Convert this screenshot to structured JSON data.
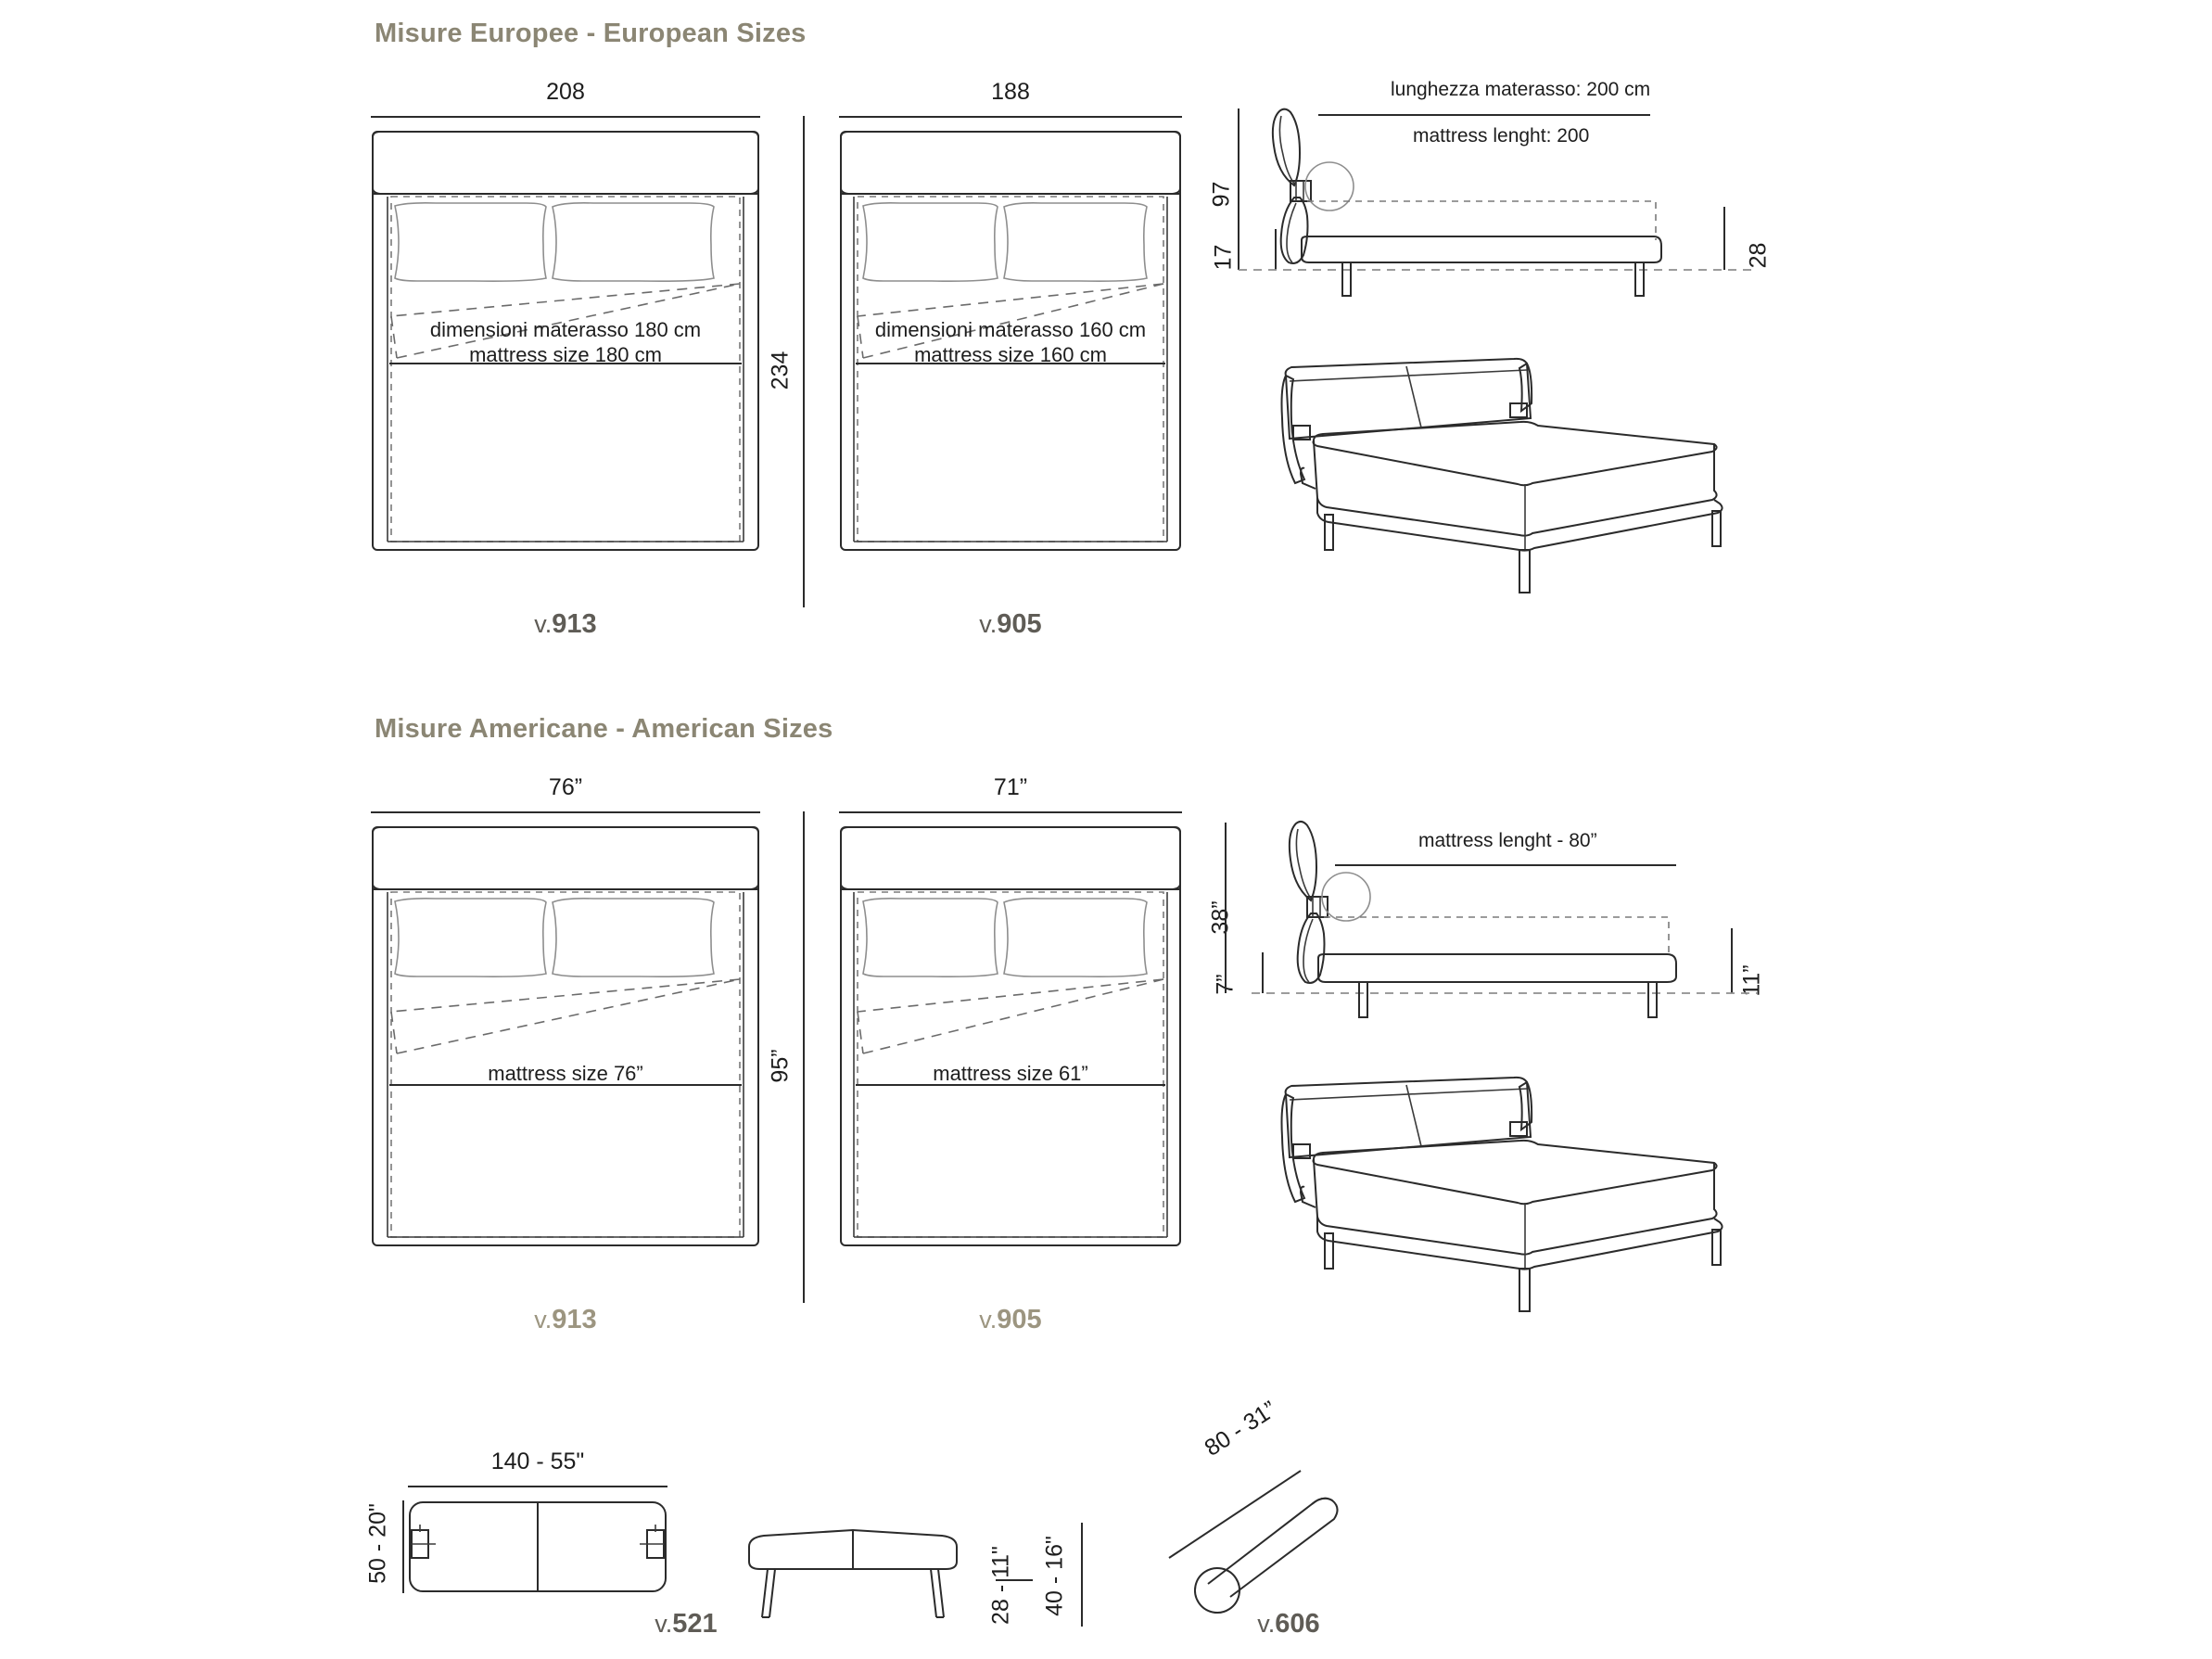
{
  "document": {
    "type": "furniture-dimension-sheet",
    "subject": "upholstered bed with reclining headboard, bench and bolster"
  },
  "sections": [
    {
      "id": "european",
      "title": "Misure Europee - European Sizes",
      "plans": [
        {
          "code_prefix": "v.",
          "code_number": "913",
          "width_label": "208",
          "depth_label": "234",
          "mattress_it": "dimensioni materasso 180 cm",
          "mattress_en": "mattress size  180 cm"
        },
        {
          "code_prefix": "v.",
          "code_number": "905",
          "width_label": "188",
          "mattress_it": "dimensioni materasso 160 cm",
          "mattress_en": "mattress size 160 cm"
        }
      ],
      "elevation": {
        "height_label": "97",
        "floor_to_frame_label": "17",
        "frame_height_label": "28",
        "length_it": "lunghezza materasso: 200 cm",
        "length_en": "mattress lenght: 200"
      }
    },
    {
      "id": "american",
      "title": "Misure Americane - American Sizes",
      "plans": [
        {
          "code_prefix": "v.",
          "code_number": "913",
          "width_label": "76”",
          "depth_label": "95”",
          "mattress_en": "mattress size  76”"
        },
        {
          "code_prefix": "v.",
          "code_number": "905",
          "width_label": "71”",
          "mattress_en": "mattress size  61”"
        }
      ],
      "elevation": {
        "height_label": "38”",
        "floor_to_frame_label": "7”",
        "frame_height_label": "11”",
        "length_en": "mattress lenght - 80”"
      }
    }
  ],
  "accessories": [
    {
      "id": "bench",
      "code_prefix": "v.",
      "code_number": "521",
      "width_label": "140 - 55\"",
      "depth_label": "50 - 20\"",
      "seat_height_label": "28 - 11\"",
      "overall_height_label": "40 - 16\""
    },
    {
      "id": "bolster",
      "code_prefix": "v.",
      "code_number": "606",
      "length_label": "80 - 31”"
    }
  ],
  "colors": {
    "heading": "#8b8674",
    "code": "#5f5c56",
    "code_light": "#9c9580",
    "line": "#2b2b2b",
    "line_light": "#8e8e8e",
    "background": "#ffffff"
  }
}
